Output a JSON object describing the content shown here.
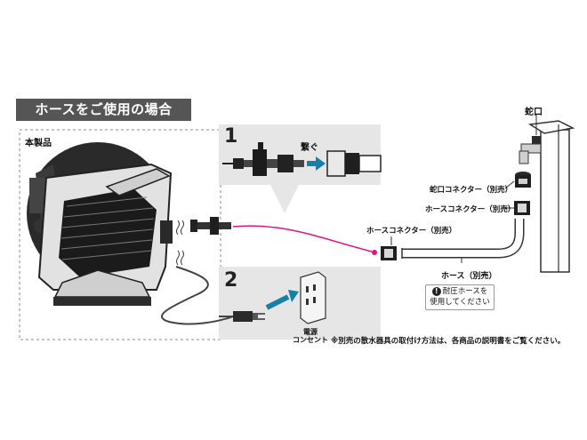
{
  "title": "ホースをご使用の場合",
  "product_label": "本製品",
  "step1": {
    "number": "1",
    "action": "繋ぐ"
  },
  "step2": {
    "number": "2",
    "outlet_line1": "電源",
    "outlet_line2": "コンセント"
  },
  "faucet_label": "蛇口",
  "faucet_connector_label": "蛇口コネクター（別売）",
  "hose_connector_right_label": "ホースコネクター（別売）",
  "hose_connector_left_label": "ホースコネクター（別売）",
  "hose_label": "ホース（別売）",
  "note": {
    "line1": "耐圧ホースを",
    "line2": "使用してください",
    "icon": "!"
  },
  "footnote": "※別売の散水器具の取付け方法は、各商品の説明書をご覧ください。",
  "colors": {
    "hose_line": "#e0157a",
    "arrow": "#1a7fa8",
    "panel_bg": "#e6e6e6",
    "title_bg": "#555555"
  }
}
